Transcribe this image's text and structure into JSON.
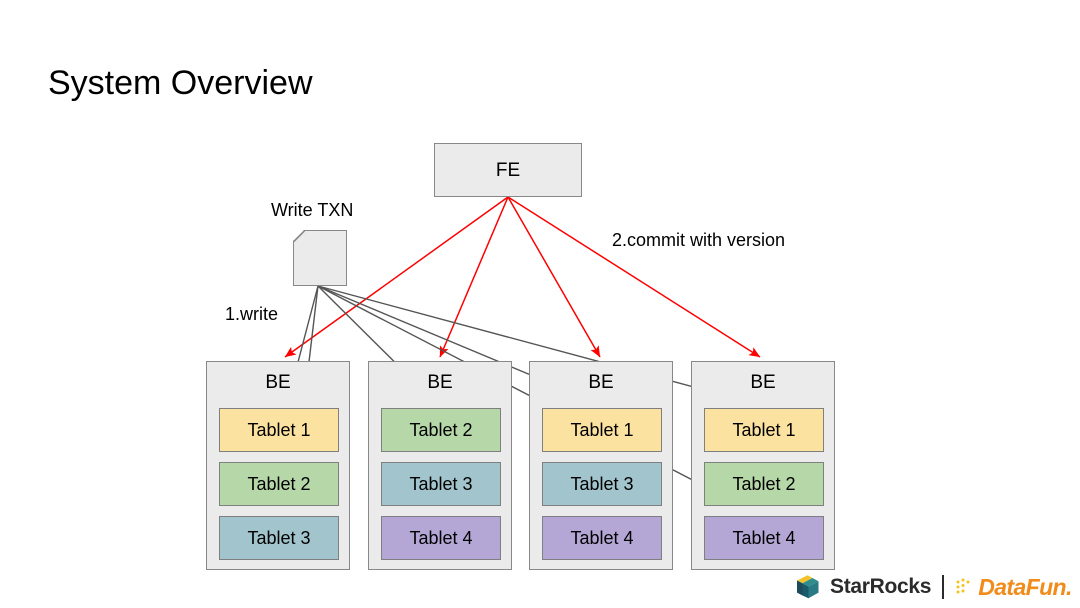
{
  "slide": {
    "title": "System Overview",
    "background_color": "#ffffff"
  },
  "palette": {
    "node_fill": "#ebebeb",
    "node_border": "#888888",
    "tablet_yellow": "#fbe2a0",
    "tablet_green": "#b6d7a8",
    "tablet_teal": "#a2c4cc",
    "tablet_purple": "#b4a7d6",
    "arrow_write": "#555555",
    "arrow_commit": "#ff0000"
  },
  "diagram": {
    "frontend": {
      "label": "FE"
    },
    "write_txn": {
      "label": "Write TXN"
    },
    "steps": [
      {
        "id": "step-1",
        "label": "1.write",
        "color": "#555555"
      },
      {
        "id": "step-2",
        "label": "2.commit with version",
        "color": "#ff0000"
      }
    ],
    "backends": [
      {
        "label": "BE",
        "tablets": [
          {
            "label": "Tablet 1",
            "color": "yellow"
          },
          {
            "label": "Tablet 2",
            "color": "green"
          },
          {
            "label": "Tablet 3",
            "color": "teal"
          }
        ]
      },
      {
        "label": "BE",
        "tablets": [
          {
            "label": "Tablet 2",
            "color": "green"
          },
          {
            "label": "Tablet 3",
            "color": "teal"
          },
          {
            "label": "Tablet 4",
            "color": "purple"
          }
        ]
      },
      {
        "label": "BE",
        "tablets": [
          {
            "label": "Tablet 1",
            "color": "yellow"
          },
          {
            "label": "Tablet 3",
            "color": "teal"
          },
          {
            "label": "Tablet 4",
            "color": "purple"
          }
        ]
      },
      {
        "label": "BE",
        "tablets": [
          {
            "label": "Tablet 1",
            "color": "yellow"
          },
          {
            "label": "Tablet 2",
            "color": "green"
          },
          {
            "label": "Tablet 4",
            "color": "purple"
          }
        ]
      }
    ]
  },
  "footer": {
    "starrocks": "StarRocks",
    "divider": "|",
    "datafun": "DataFun."
  }
}
